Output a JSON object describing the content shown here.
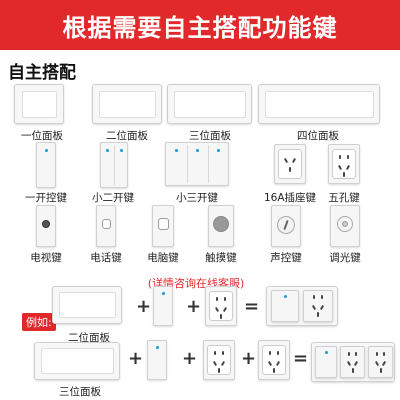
{
  "banner": {
    "title": "根据需要自主搭配功能键",
    "color": "#e1292c"
  },
  "section": {
    "title": "自主搭配"
  },
  "frames": {
    "one": "一位面板",
    "two": "二位面板",
    "three": "三位面板",
    "four": "四位面板"
  },
  "modules": {
    "row1": [
      "一开控键",
      "小二开键",
      "小三开键",
      "16A插座键",
      "五孔键"
    ],
    "row2": [
      "电视键",
      "电话键",
      "电脑键",
      "触摸键",
      "声控键",
      "调光键"
    ]
  },
  "note": "(详情咨询在线客服)",
  "example": {
    "badge": "例如:",
    "row1_frame": "二位面板",
    "row2_frame": "三位面板",
    "plus": "+",
    "equals": "="
  },
  "colors": {
    "accent": "#e1292c",
    "indicator": "#1e9bd6"
  }
}
